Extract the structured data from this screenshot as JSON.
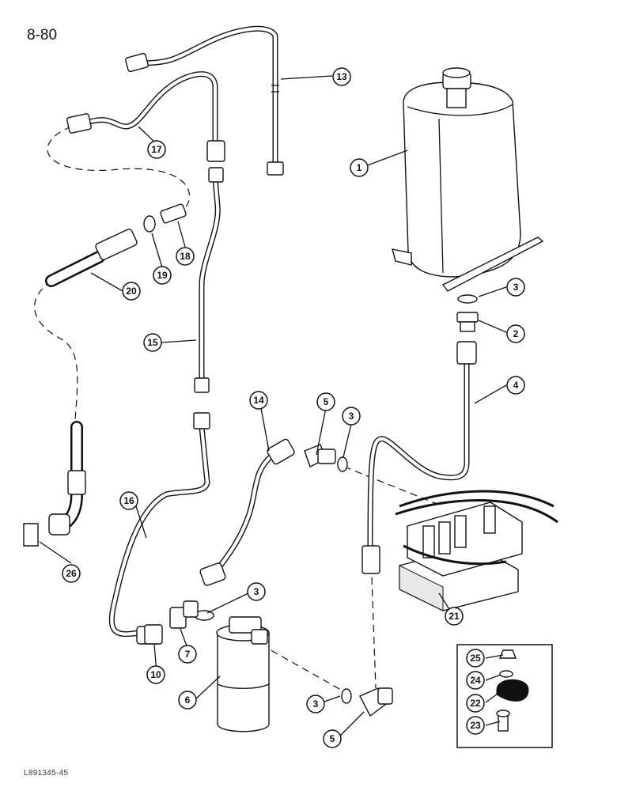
{
  "page": {
    "number": "8-80",
    "figure_code": "L891345-45"
  },
  "callouts": [
    {
      "id": "c1",
      "label": "1"
    },
    {
      "id": "c2",
      "label": "2"
    },
    {
      "id": "c3a",
      "label": "3"
    },
    {
      "id": "c3b",
      "label": "3"
    },
    {
      "id": "c3c",
      "label": "3"
    },
    {
      "id": "c3d",
      "label": "3"
    },
    {
      "id": "c4",
      "label": "4"
    },
    {
      "id": "c5a",
      "label": "5"
    },
    {
      "id": "c5b",
      "label": "5"
    },
    {
      "id": "c6",
      "label": "6"
    },
    {
      "id": "c7",
      "label": "7"
    },
    {
      "id": "c10",
      "label": "10"
    },
    {
      "id": "c13",
      "label": "13"
    },
    {
      "id": "c14",
      "label": "14"
    },
    {
      "id": "c15",
      "label": "15"
    },
    {
      "id": "c16",
      "label": "16"
    },
    {
      "id": "c17",
      "label": "17"
    },
    {
      "id": "c18",
      "label": "18"
    },
    {
      "id": "c19",
      "label": "19"
    },
    {
      "id": "c20",
      "label": "20"
    },
    {
      "id": "c21",
      "label": "21"
    },
    {
      "id": "c22",
      "label": "22"
    },
    {
      "id": "c23",
      "label": "23"
    },
    {
      "id": "c24",
      "label": "24"
    },
    {
      "id": "c25",
      "label": "25"
    },
    {
      "id": "c26",
      "label": "26"
    }
  ]
}
